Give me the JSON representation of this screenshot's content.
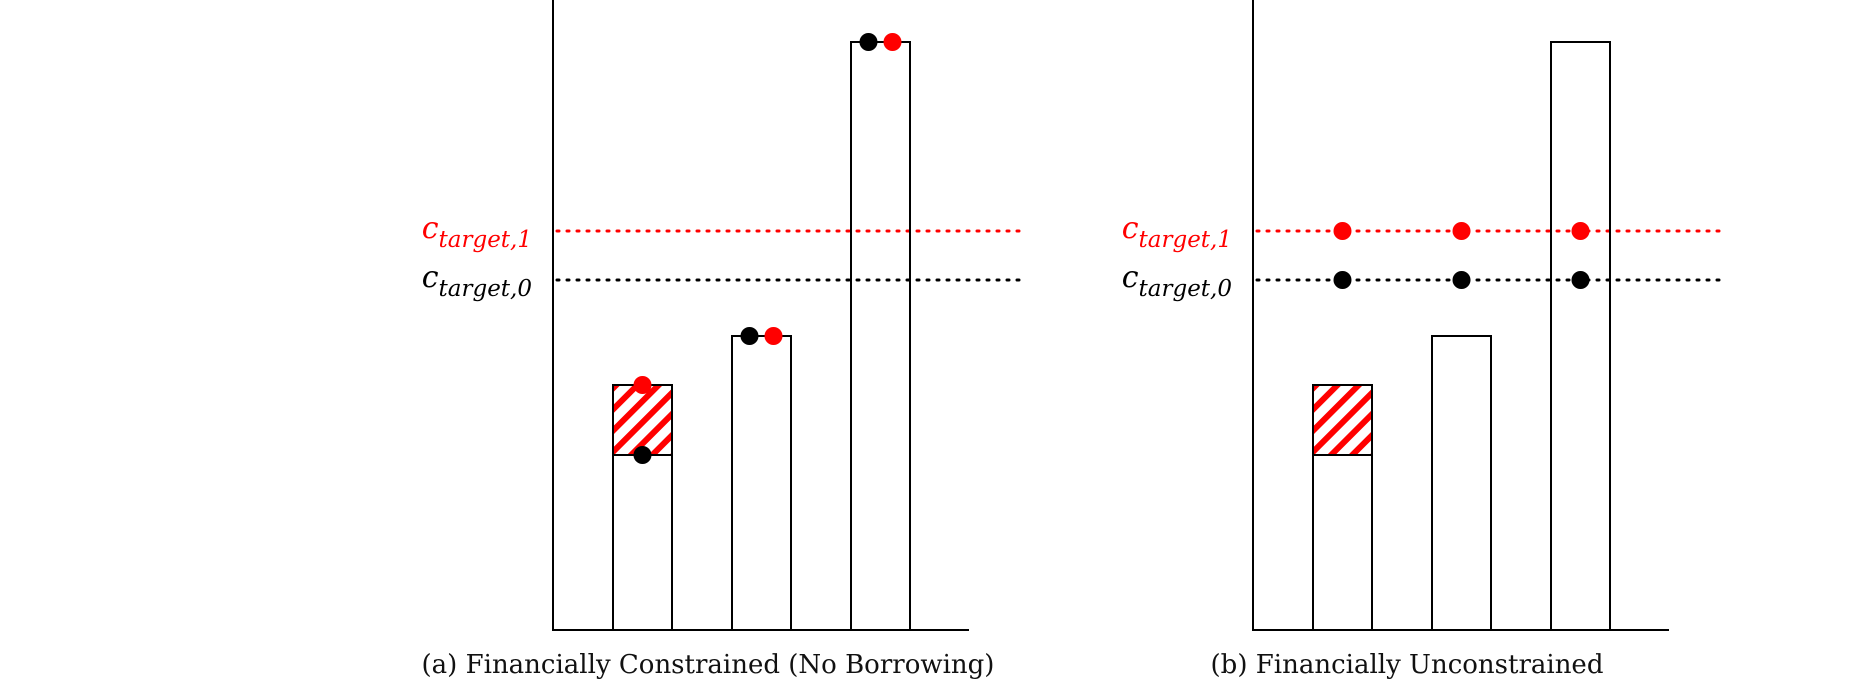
{
  "colors": {
    "target1": "#ff0000",
    "target0": "#000000",
    "bar_stroke": "#000000"
  },
  "labels": {
    "target1": {
      "base": "c",
      "sub": "target,1"
    },
    "target0": {
      "base": "c",
      "sub": "target,0"
    }
  },
  "panels": [
    {
      "caption": "(a)  Financially Constrained (No Borrowing)",
      "bars": [
        {
          "value": 3.5,
          "hatch_from": 2.5,
          "dot0": 2.5,
          "dot1": 3.5
        },
        {
          "value": 4.2,
          "dot0": 4.2,
          "dot1": 4.2,
          "dots_side_by_side": true
        },
        {
          "value": 8.4,
          "dot0": 8.4,
          "dot1": 8.4,
          "dots_side_by_side": true
        }
      ]
    },
    {
      "caption": "(b)  Financially Unconstrained",
      "bars": [
        {
          "value": 3.5,
          "hatch_from": 2.5,
          "dot0": 5.0,
          "dot1": 5.7
        },
        {
          "value": 4.2,
          "dot0": 5.0,
          "dot1": 5.7
        },
        {
          "value": 8.4,
          "dot0": 5.0,
          "dot1": 5.7
        }
      ]
    }
  ],
  "levels": {
    "target0": 5.0,
    "target1": 5.7,
    "y_max": 9.0
  }
}
